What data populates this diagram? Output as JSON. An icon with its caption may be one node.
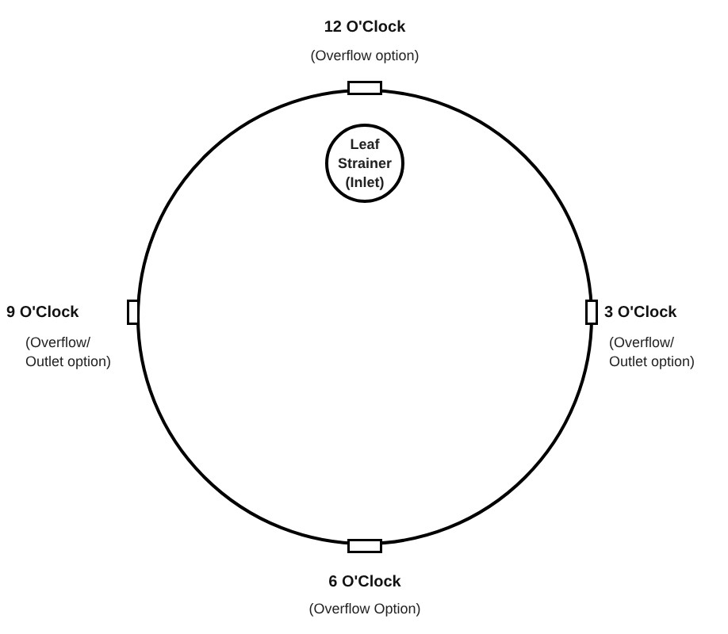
{
  "diagram": {
    "nodes": [
      {
        "text": [],
        "shape": "circle"
      },
      {
        "text": [
          "Leaf Strainer (Inlet)"
        ],
        "in": 0
      },
      {
        "text": [],
        "shape": "box",
        "beside": [
          "12 O'Clock",
          "(Overflow option)"
        ]
      },
      {
        "text": [],
        "shape": "box",
        "beside": [
          "9 O'Clock",
          "(Overflow/ Outlet option)"
        ]
      },
      {
        "text": [],
        "shape": "box",
        "beside": [
          "3 O'Clock",
          "(Overflow/ Outlet option)"
        ]
      },
      {
        "text": [],
        "shape": "box",
        "beside": [
          "6 O'Clock",
          "(Overflow Option)"
        ]
      }
    ]
  }
}
